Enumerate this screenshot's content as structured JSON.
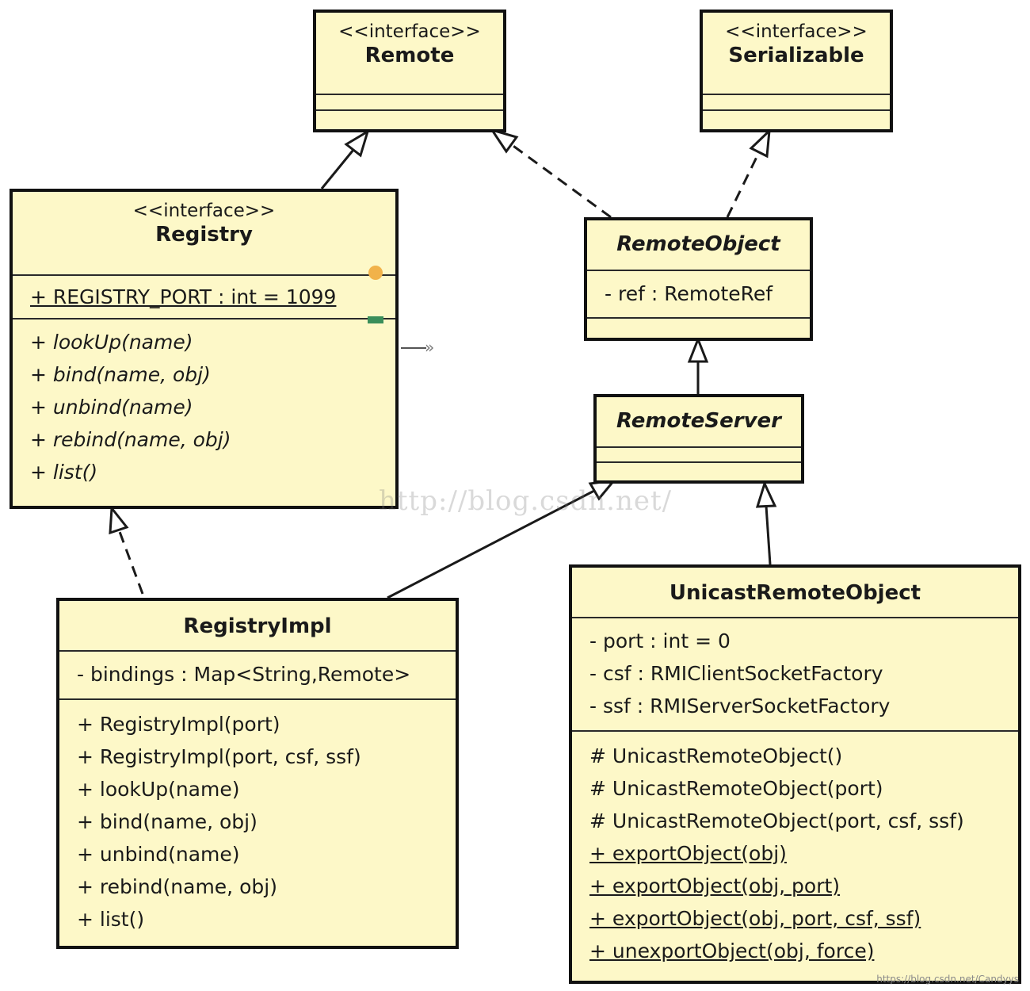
{
  "classes": {
    "remote": {
      "stereotype": "<<interface>>",
      "name": "Remote"
    },
    "serializable": {
      "stereotype": "<<interface>>",
      "name": "Serializable"
    },
    "registry": {
      "stereotype": "<<interface>>",
      "name": "Registry",
      "attributes": [
        "+ REGISTRY_PORT : int = 1099"
      ],
      "operations": [
        "+ lookUp(name)",
        "+ bind(name, obj)",
        "+ unbind(name)",
        "+ rebind(name, obj)",
        "+ list()"
      ]
    },
    "remote_object": {
      "name": "RemoteObject",
      "attributes": [
        "- ref : RemoteRef"
      ]
    },
    "remote_server": {
      "name": "RemoteServer"
    },
    "registry_impl": {
      "name": "RegistryImpl",
      "attributes": [
        "- bindings : Map<String,Remote>"
      ],
      "operations": [
        "+ RegistryImpl(port)",
        "+ RegistryImpl(port, csf, ssf)",
        "+ lookUp(name)",
        "+ bind(name, obj)",
        "+ unbind(name)",
        "+ rebind(name, obj)",
        "+ list()"
      ]
    },
    "unicast_remote_object": {
      "name": "UnicastRemoteObject",
      "attributes": [
        "- port : int = 0",
        "- csf : RMIClientSocketFactory",
        "- ssf : RMIServerSocketFactory"
      ],
      "operations": [
        "# UnicastRemoteObject()",
        "# UnicastRemoteObject(port)",
        "# UnicastRemoteObject(port, csf, ssf)",
        "+ exportObject(obj)",
        "+ exportObject(obj, port)",
        "+ exportObject(obj, port, csf, ssf)",
        "+ unexportObject(obj, force)"
      ]
    }
  },
  "watermark": "http://blog.csdn.net/",
  "corner_watermark": "https://blog.csdn.net/Candyys"
}
